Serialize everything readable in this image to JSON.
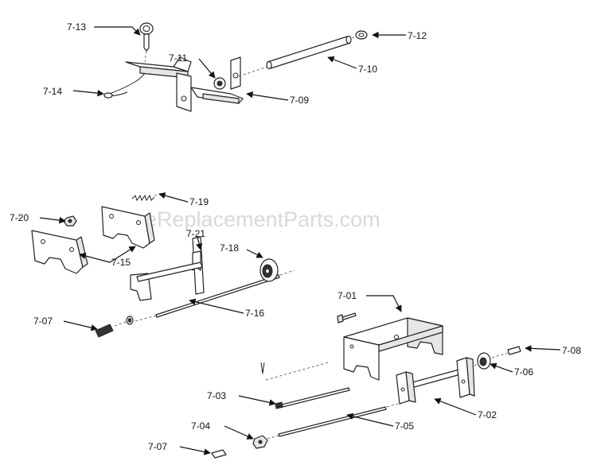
{
  "watermark": "eReplacementParts.com",
  "labels": {
    "l_7_13": "7-13",
    "l_7_12": "7-12",
    "l_7_11": "7-11",
    "l_7_10": "7-10",
    "l_7_14": "7-14",
    "l_7_09": "7-09",
    "l_7_19": "7-19",
    "l_7_20": "7-20",
    "l_7_21": "7-21",
    "l_7_18": "7-18",
    "l_7_15": "7-15",
    "l_7_16": "7-16",
    "l_7_07a": "7-07",
    "l_7_01": "7-01",
    "l_7_08": "7-08",
    "l_7_06": "7-06",
    "l_7_03": "7-03",
    "l_7_02": "7-02",
    "l_7_04": "7-04",
    "l_7_05": "7-05",
    "l_7_07b": "7-07"
  }
}
